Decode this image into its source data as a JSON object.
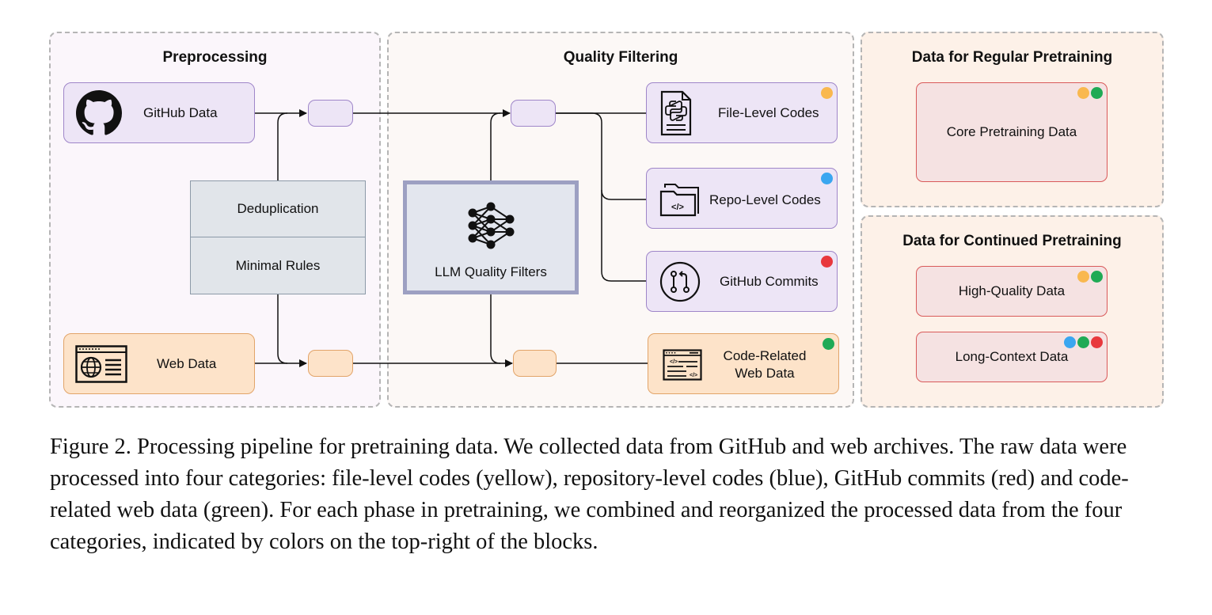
{
  "panels": {
    "preprocessing": "Preprocessing",
    "quality_filtering": "Quality Filtering",
    "regular": "Data for Regular Pretraining",
    "continued": "Data for Continued Pretraining"
  },
  "sources": {
    "github": "GitHub Data",
    "web": "Web Data"
  },
  "steps": {
    "dedup": "Deduplication",
    "rules": "Minimal Rules",
    "llm": "LLM Quality Filters"
  },
  "outputs": {
    "file_level": "File-Level Codes",
    "repo_level": "Repo-Level Codes",
    "commits": "GitHub Commits",
    "web_line1": "Code-Related",
    "web_line2": "Web Data"
  },
  "pretraining": {
    "core": "Core Pretraining Data",
    "high_quality": "High-Quality Data",
    "long_context": "Long-Context Data"
  },
  "colors": {
    "yellow": "#f9b84f",
    "blue": "#3aa6f0",
    "red": "#e8383d",
    "green": "#1faa55"
  },
  "caption": "Figure 2. Processing pipeline for pretraining data. We collected data from GitHub and web archives. The raw data were processed into four categories: file-level codes (yellow), repository-level codes (blue), GitHub commits (red) and code-related web data (green). For each phase in pretraining, we combined and reorganized the processed data from the four categories, indicated by colors on the top-right of the blocks."
}
